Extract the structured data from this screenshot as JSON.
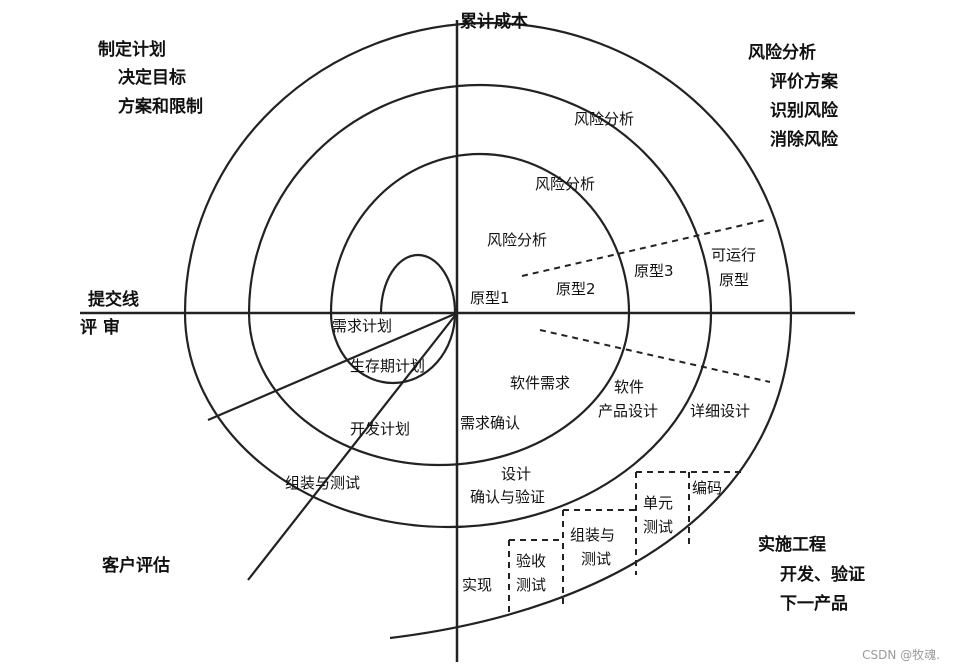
{
  "axes": {
    "vertical_label": "累计成本",
    "horizontal_label_top": "提交线",
    "horizontal_label_bottom": "评 审"
  },
  "quadrants": {
    "top_left": [
      "制定计划",
      "决定目标",
      "方案和限制"
    ],
    "top_right": [
      "风险分析",
      "评价方案",
      "识别风险",
      "消除风险"
    ],
    "bottom_left": "客户评估",
    "bottom_right": [
      "实施工程",
      "开发、验证",
      "下一产品"
    ]
  },
  "risk_labels": [
    "风险分析",
    "风险分析",
    "风险分析"
  ],
  "prototypes": [
    "原型1",
    "原型2",
    "原型3",
    "可运行",
    "原型"
  ],
  "plans": [
    "需求计划",
    "生存期计划",
    "开发计划",
    "组装与测试"
  ],
  "dev_steps": {
    "software_req": "软件需求",
    "product_design_1": "软件",
    "product_design_2": "产品设计",
    "detail_design": "详细设计",
    "req_confirm": "需求确认",
    "design_1": "设计",
    "design_2": "确认与验证",
    "coding": "编码",
    "unit_test_1": "单元",
    "unit_test_2": "测试",
    "assembly_test_1": "组装与",
    "assembly_test_2": "测试",
    "acceptance_1": "验收",
    "acceptance_2": "测试",
    "implement": "实现"
  },
  "watermark": "CSDN @牧魂."
}
